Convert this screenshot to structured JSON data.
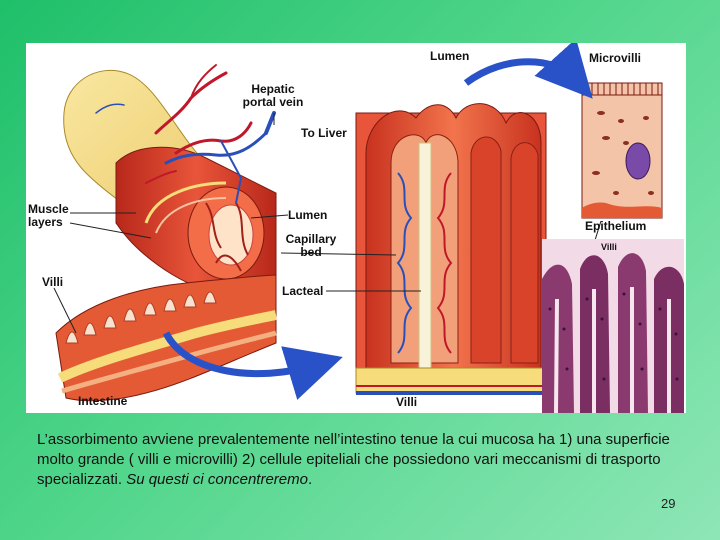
{
  "figure": {
    "labels": {
      "lumen_top": "Lumen",
      "microvilli": "Microvilli",
      "hepatic_portal_vein_line1": "Hepatic",
      "hepatic_portal_vein_line2": "portal vein",
      "to_liver": "To Liver",
      "muscle_layers_line1": "Muscle",
      "muscle_layers_line2": "layers",
      "lumen_mid": "Lumen",
      "capillary_bed_line1": "Capillary",
      "capillary_bed_line2": "bed",
      "lacteal": "Lacteal",
      "villi_left": "Villi",
      "intestine": "Intestine",
      "villi_bottom": "Villi",
      "epithelium": "Epithelium",
      "villi_micrograph": "Villi"
    },
    "colors": {
      "tissue_red": "#d8432a",
      "tissue_orange": "#f08a4a",
      "serosa_yellow": "#f6dc7a",
      "vein_blue": "#2b4fb8",
      "artery_red": "#c0182a",
      "arrow_blue": "#2a52c8",
      "micrograph_purple": "#8a3a6e"
    }
  },
  "caption": {
    "text_main": "L’assorbimento avviene prevalentemente nell’intestino tenue la cui mucosa ha 1) una superficie molto grande ( villi e microvilli)  2) cellule epiteliali che possiedono vari meccanismi di trasporto specializzati. ",
    "text_italic": "Su questi ci concentreremo",
    "text_end": "."
  },
  "page_number": "29"
}
